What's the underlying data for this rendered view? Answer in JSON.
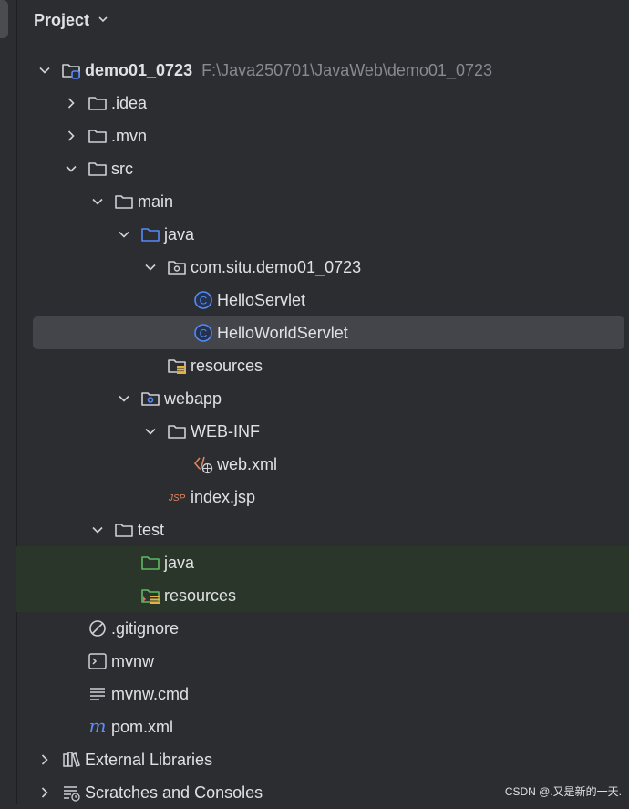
{
  "header": {
    "title": "Project"
  },
  "tree": [
    {
      "label": "demo01_0723",
      "path": "F:\\Java250701\\JavaWeb\\demo01_0723",
      "depth": 0,
      "arrow": "down",
      "icon": "module-folder-icon",
      "bold": true
    },
    {
      "label": ".idea",
      "depth": 1,
      "arrow": "right",
      "icon": "folder-icon"
    },
    {
      "label": ".mvn",
      "depth": 1,
      "arrow": "right",
      "icon": "folder-icon"
    },
    {
      "label": "src",
      "depth": 1,
      "arrow": "down",
      "icon": "folder-icon"
    },
    {
      "label": "main",
      "depth": 2,
      "arrow": "down",
      "icon": "folder-icon"
    },
    {
      "label": "java",
      "depth": 3,
      "arrow": "down",
      "icon": "source-folder-icon"
    },
    {
      "label": "com.situ.demo01_0723",
      "depth": 4,
      "arrow": "down",
      "icon": "package-icon"
    },
    {
      "label": "HelloServlet",
      "depth": 5,
      "arrow": "",
      "icon": "class-icon"
    },
    {
      "label": "HelloWorldServlet",
      "depth": 5,
      "arrow": "",
      "icon": "class-icon",
      "selected": true
    },
    {
      "label": "resources",
      "depth": 4,
      "arrow": "",
      "icon": "resources-folder-icon"
    },
    {
      "label": "webapp",
      "depth": 3,
      "arrow": "down",
      "icon": "web-folder-icon"
    },
    {
      "label": "WEB-INF",
      "depth": 4,
      "arrow": "down",
      "icon": "folder-icon"
    },
    {
      "label": "web.xml",
      "depth": 5,
      "arrow": "",
      "icon": "web-xml-icon"
    },
    {
      "label": "index.jsp",
      "depth": 4,
      "arrow": "",
      "icon": "jsp-icon"
    },
    {
      "label": "test",
      "depth": 2,
      "arrow": "down",
      "icon": "folder-icon"
    },
    {
      "label": "java",
      "depth": 3,
      "arrow": "",
      "icon": "test-source-folder-icon",
      "test": true
    },
    {
      "label": "resources",
      "depth": 3,
      "arrow": "",
      "icon": "test-resources-folder-icon",
      "test": true
    },
    {
      "label": ".gitignore",
      "depth": 1,
      "arrow": "",
      "icon": "gitignore-icon"
    },
    {
      "label": "mvnw",
      "depth": 1,
      "arrow": "",
      "icon": "terminal-file-icon"
    },
    {
      "label": "mvnw.cmd",
      "depth": 1,
      "arrow": "",
      "icon": "text-file-icon"
    },
    {
      "label": "pom.xml",
      "depth": 1,
      "arrow": "",
      "icon": "maven-icon"
    },
    {
      "label": "External Libraries",
      "depth": 0,
      "arrow": "right",
      "icon": "libraries-icon"
    },
    {
      "label": "Scratches and Consoles",
      "depth": 0,
      "arrow": "right",
      "icon": "scratches-icon"
    }
  ],
  "watermark": "CSDN @.又是新的一天."
}
